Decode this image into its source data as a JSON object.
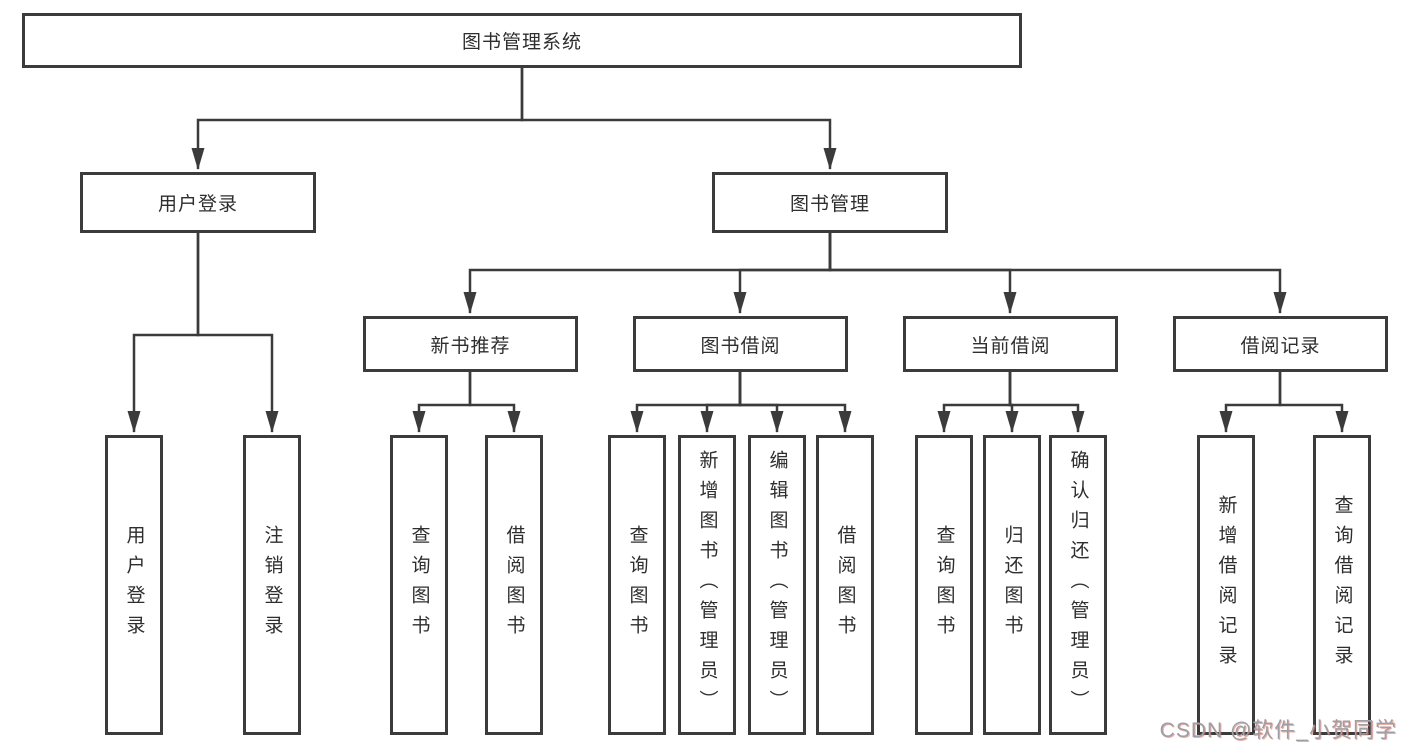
{
  "tree": {
    "root": {
      "label": "图书管理系统"
    },
    "user_login": {
      "label": "用户登录",
      "children": [
        {
          "label": "用户登录"
        },
        {
          "label": "注销登录"
        }
      ]
    },
    "book_management": {
      "label": "图书管理",
      "sections": [
        {
          "label": "新书推荐",
          "children": [
            {
              "label": "查询图书"
            },
            {
              "label": "借阅图书"
            }
          ]
        },
        {
          "label": "图书借阅",
          "children": [
            {
              "label": "查询图书"
            },
            {
              "label": "新增图书（管理员）"
            },
            {
              "label": "编辑图书（管理员）"
            },
            {
              "label": "借阅图书"
            }
          ]
        },
        {
          "label": "当前借阅",
          "children": [
            {
              "label": "查询图书"
            },
            {
              "label": "归还图书"
            },
            {
              "label": "确认归还（管理员）"
            }
          ]
        },
        {
          "label": "借阅记录",
          "children": [
            {
              "label": "新增借阅记录"
            },
            {
              "label": "查询借阅记录"
            }
          ]
        }
      ]
    }
  },
  "watermark": {
    "text": "CSDN @软件_小贺同学"
  },
  "colors": {
    "line": "#3b3b3b",
    "box_border": "#3b3b3b",
    "text": "#2e2e2e",
    "watermark": "#9e9ea4",
    "background": "#ffffff"
  }
}
